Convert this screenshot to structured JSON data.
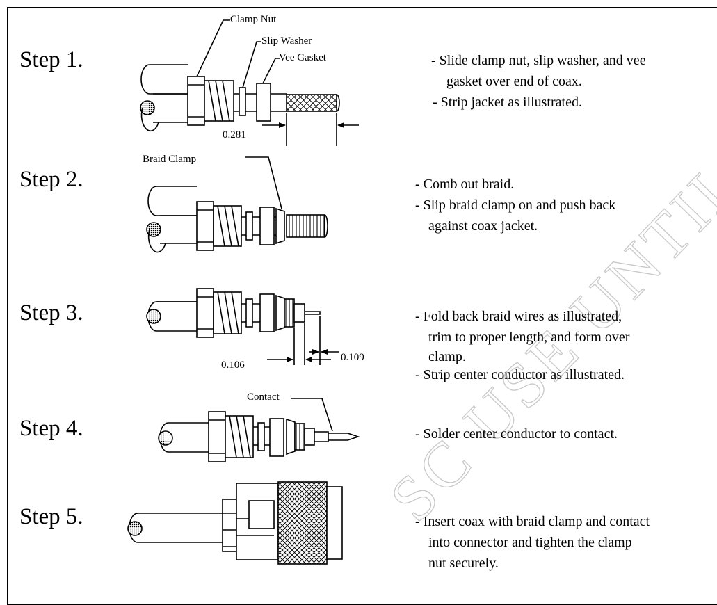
{
  "steps": [
    {
      "label": "Step 1.",
      "instructions": [
        "- Slide clamp nut, slip washer, and vee",
        "gasket over end of coax.",
        "-  Strip jacket as illustrated."
      ],
      "callouts": [
        "Clamp Nut",
        "Slip Washer",
        "Vee Gasket"
      ],
      "dimensions": [
        "0.281"
      ]
    },
    {
      "label": "Step 2.",
      "instructions": [
        "- Comb out braid.",
        "- Slip braid clamp on and push back",
        "against coax jacket."
      ],
      "callouts": [
        "Braid Clamp"
      ]
    },
    {
      "label": "Step 3.",
      "instructions": [
        "- Fold back braid wires as illustrated,",
        "trim to proper length, and form over",
        "clamp.",
        "- Strip center conductor as illustrated."
      ],
      "dimensions": [
        "0.106",
        "0.109"
      ]
    },
    {
      "label": "Step 4.",
      "instructions": [
        "- Solder center conductor to contact."
      ],
      "callouts": [
        "Contact"
      ]
    },
    {
      "label": "Step 5.",
      "instructions": [
        "- Insert coax with braid clamp and contact",
        "into connector and tighten the clamp",
        "nut securely."
      ]
    }
  ],
  "watermark": "SC USE UNTIL RELEASE"
}
